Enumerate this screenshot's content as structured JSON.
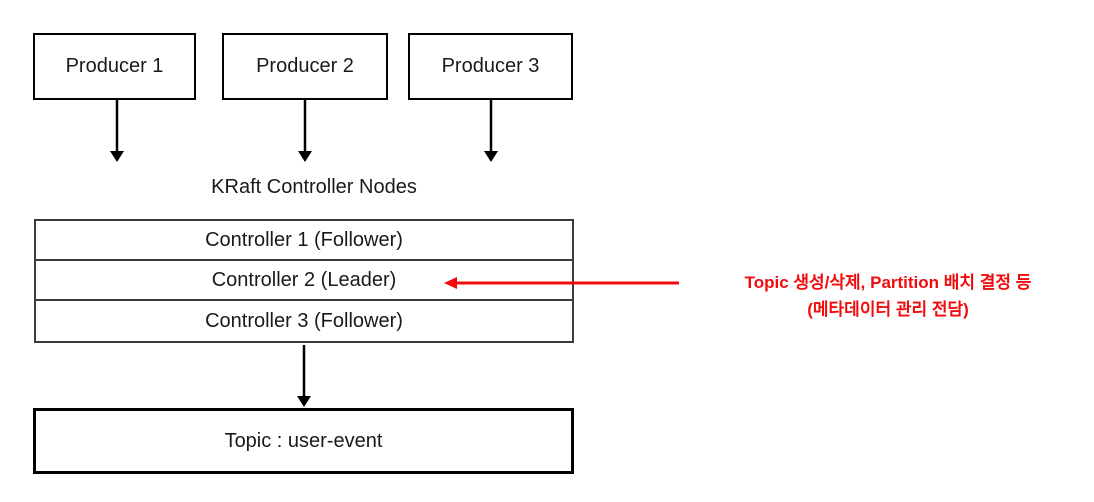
{
  "diagram": {
    "producers": [
      {
        "label": "Producer 1"
      },
      {
        "label": "Producer 2"
      },
      {
        "label": "Producer 3"
      }
    ],
    "controller_section": {
      "title": "KRaft Controller Nodes",
      "rows": [
        {
          "label": "Controller 1 (Follower)"
        },
        {
          "label": "Controller 2 (Leader)"
        },
        {
          "label": "Controller 3 (Follower)"
        }
      ]
    },
    "annotation": {
      "line1": "Topic 생성/삭제, Partition 배치 결정 등",
      "line2": "(메타데이터 관리 전담)",
      "color": "#F00C0C",
      "points_to": "Controller 2 (Leader)"
    },
    "topic_box": {
      "label": "Topic : user-event"
    },
    "colors": {
      "background": "#FFFFFF",
      "line": "#000000",
      "annotation": "#F00C0C"
    }
  }
}
